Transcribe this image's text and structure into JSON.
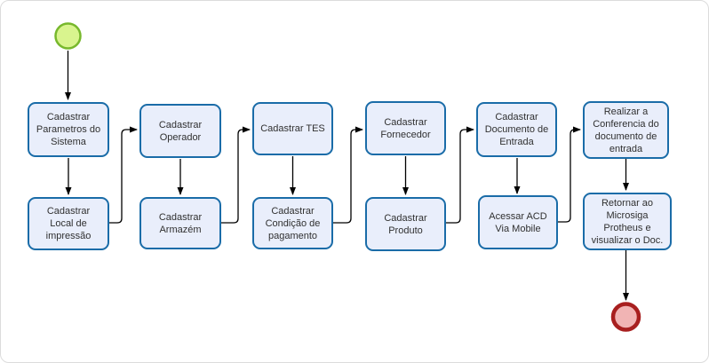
{
  "diagram": {
    "type": "flowchart",
    "start_event": {
      "name": "start-event",
      "shape": "circle"
    },
    "end_event": {
      "name": "end-event",
      "shape": "circle"
    },
    "tasks": [
      {
        "id": "task-1",
        "label": "Cadastrar\nParametros do\nSistema"
      },
      {
        "id": "task-2",
        "label": "Cadastrar\nLocal de\nimpressão"
      },
      {
        "id": "task-3",
        "label": "Cadastrar\nOperador"
      },
      {
        "id": "task-4",
        "label": "Cadastrar\nArmazém"
      },
      {
        "id": "task-5",
        "label": "Cadastrar TES"
      },
      {
        "id": "task-6",
        "label": "Cadastrar\nCondição de\npagamento"
      },
      {
        "id": "task-7",
        "label": "Cadastrar\nFornecedor"
      },
      {
        "id": "task-8",
        "label": "Cadastrar\nProduto"
      },
      {
        "id": "task-9",
        "label": "Cadastrar\nDocumento de\nEntrada"
      },
      {
        "id": "task-10",
        "label": "Acessar ACD\nVia Mobile"
      },
      {
        "id": "task-11",
        "label": "Realizar a\nConferencia do\ndocumento de\nentrada"
      },
      {
        "id": "task-12",
        "label": "Retornar ao\nMicrosiga\nProtheus e\nvisualizar o Doc."
      }
    ],
    "edges": [
      [
        "start-event",
        "task-1"
      ],
      [
        "task-1",
        "task-2"
      ],
      [
        "task-2",
        "task-3"
      ],
      [
        "task-3",
        "task-4"
      ],
      [
        "task-4",
        "task-5"
      ],
      [
        "task-5",
        "task-6"
      ],
      [
        "task-6",
        "task-7"
      ],
      [
        "task-7",
        "task-8"
      ],
      [
        "task-8",
        "task-9"
      ],
      [
        "task-9",
        "task-10"
      ],
      [
        "task-10",
        "task-11"
      ],
      [
        "task-11",
        "task-12"
      ],
      [
        "task-12",
        "end-event"
      ]
    ],
    "colors": {
      "task_fill": "#e9eefb",
      "task_border": "#1a6ca8",
      "start_fill": "#d9f48e",
      "start_border": "#77b82c",
      "end_fill": "#f1b4b4",
      "end_border": "#a81f1f",
      "connector": "#000000",
      "canvas_border": "#dcdcdc"
    }
  }
}
